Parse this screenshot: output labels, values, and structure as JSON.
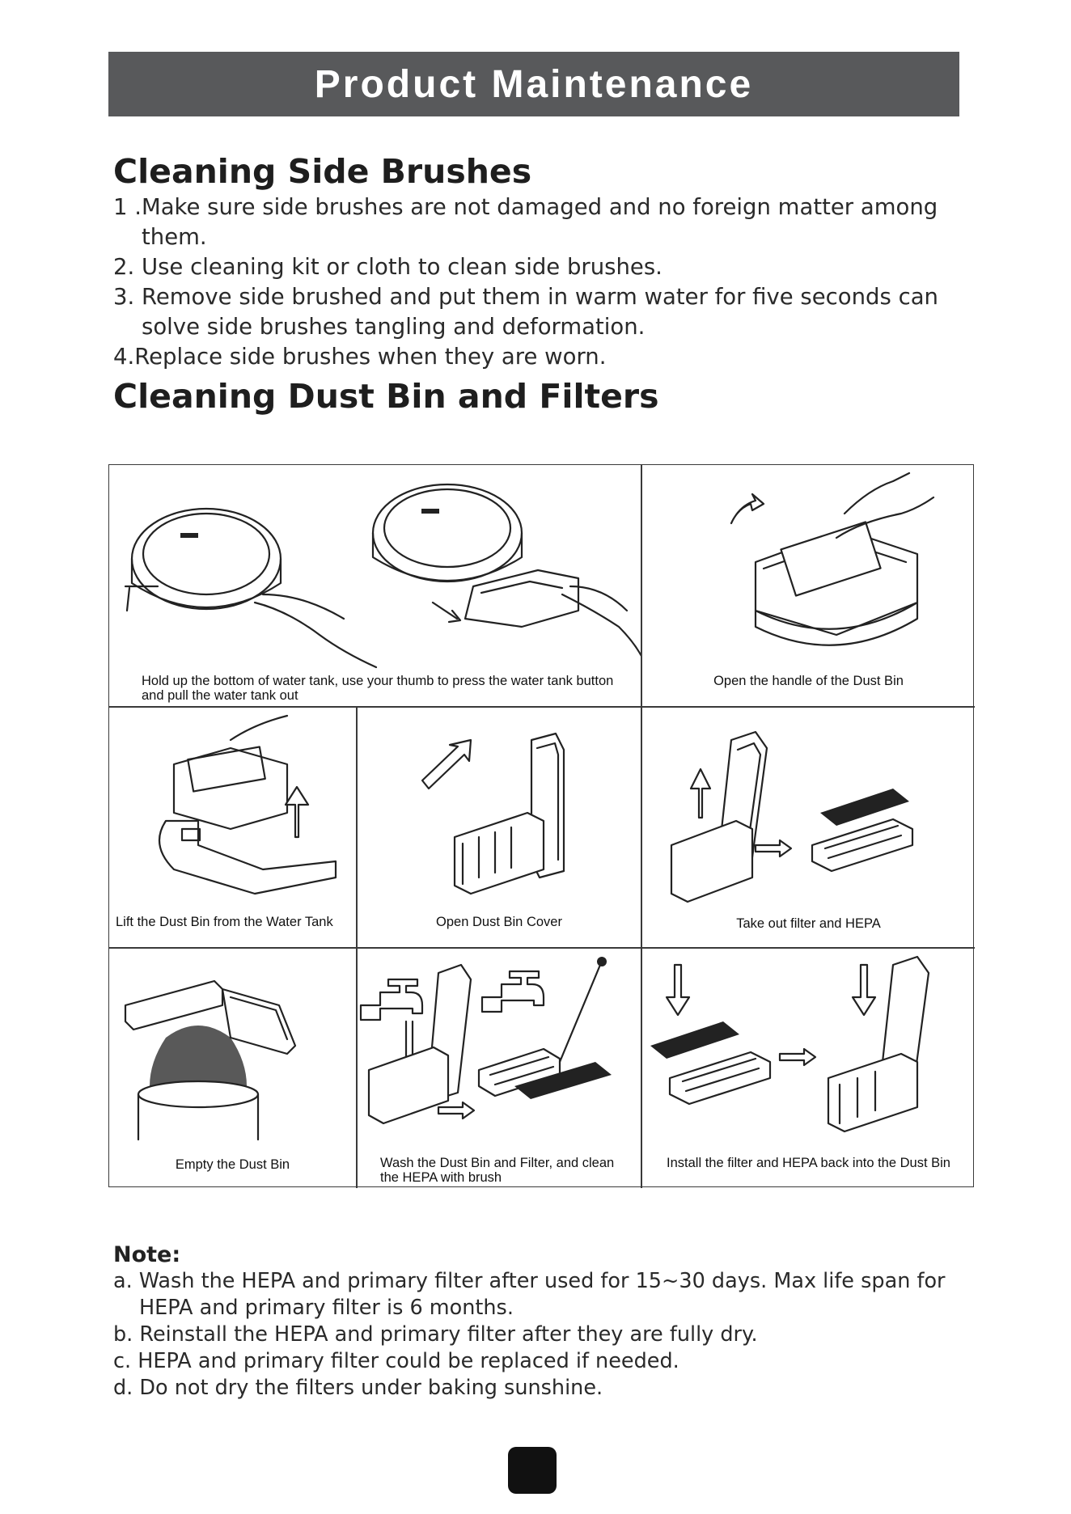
{
  "header": {
    "title": "Product Maintenance"
  },
  "side_brushes": {
    "heading": "Cleaning Side Brushes",
    "items": [
      "1 .Make sure side brushes are not damaged and no foreign matter among them.",
      "2. Use cleaning kit or cloth to clean side brushes.",
      "3. Remove side brushed and put them in warm water for five seconds can solve side brushes tangling and deformation.",
      "4.Replace side brushes when they are worn."
    ]
  },
  "dust_bin": {
    "heading": "Cleaning Dust Bin and Filters",
    "steps": [
      "Hold up the bottom of water tank, use your thumb to press the water tank button and pull the water tank out",
      "Open the handle of the Dust Bin",
      "Lift the Dust Bin from the Water Tank",
      "Open Dust Bin Cover",
      "Take out filter and HEPA",
      "Empty the Dust Bin",
      "Wash the Dust Bin and Filter, and clean the HEPA with brush",
      "Install the filter and HEPA back into the Dust Bin"
    ]
  },
  "notes": {
    "title": "Note:",
    "items": [
      "a. Wash the HEPA and primary filter after used for 15~30 days. Max life span for HEPA and primary filter is  6  months.",
      "b. Reinstall the HEPA and primary filter after they are fully dry.",
      "c. HEPA and primary filter could be replaced if needed.",
      "d. Do not dry the filters under baking sunshine."
    ]
  },
  "page": {
    "number": ""
  }
}
